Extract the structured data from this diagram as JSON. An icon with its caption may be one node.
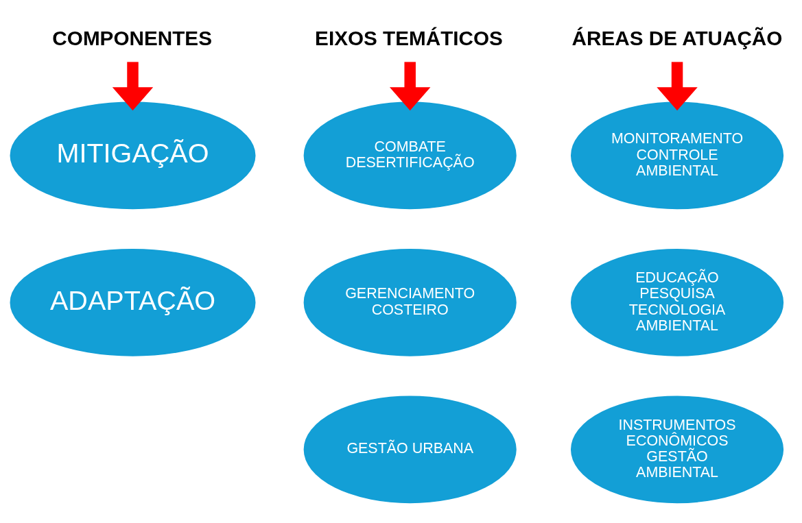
{
  "diagram": {
    "nodes": [
      {
        "text": [
          "COMPONENTES"
        ]
      },
      {
        "text": [
          "EIXOS TEMÁTICOS"
        ]
      },
      {
        "text": [
          "ÁREAS DE ATUAÇÃO"
        ]
      },
      {
        "text": [
          "MITIGAÇÃO"
        ]
      },
      {
        "text": [
          "ADAPTAÇÃO"
        ]
      },
      {
        "text": [
          "COMBATE DESERTIFICAÇÃO"
        ]
      },
      {
        "text": [
          "GERENCIAMENTO COSTEIRO"
        ]
      },
      {
        "text": [
          "GESTÃO URBANA"
        ]
      },
      {
        "text": [
          "MONITORAMENTO CONTROLE AMBIENTAL"
        ]
      },
      {
        "text": [
          "EDUCAÇÃO PESQUISA TECNOLOGIA AMBIENTAL"
        ]
      },
      {
        "text": [
          "INSTRUMENTOS ECONÔMICOS GESTÃO AMBIENTAL"
        ]
      }
    ],
    "edges": [
      {
        "from": 0,
        "to": 3,
        "arrow": "to"
      },
      {
        "from": 1,
        "to": 5,
        "arrow": "to"
      },
      {
        "from": 2,
        "to": 8,
        "arrow": "to"
      }
    ]
  }
}
